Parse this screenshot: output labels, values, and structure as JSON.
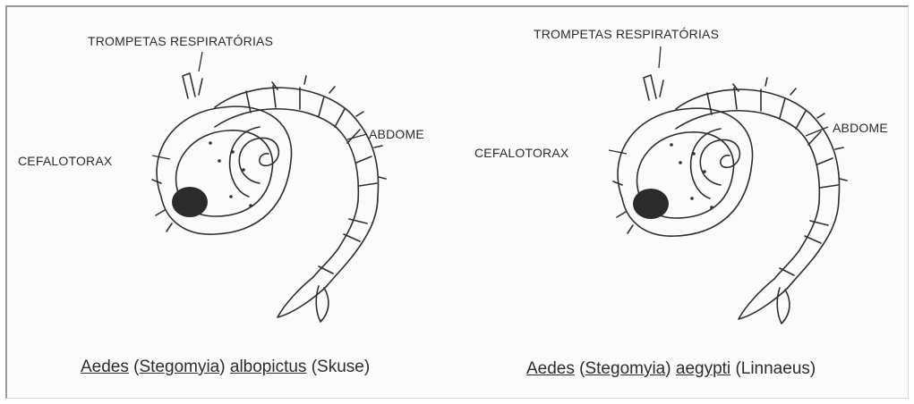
{
  "left_panel": {
    "labels": {
      "breathing_tubes": "TROMPETAS RESPIRATÓRIAS",
      "abdomen": "ABDOME",
      "cephalothorax": "CEFALOTORAX"
    },
    "caption": {
      "genus": "Aedes",
      "subgenus_open": "(",
      "subgenus": "Stegomyia",
      "subgenus_close": ")",
      "species": "albopictus",
      "author": "(Skuse)"
    }
  },
  "right_panel": {
    "labels": {
      "breathing_tubes": "TROMPETAS RESPIRATÓRIAS",
      "abdomen": "ABDOME",
      "cephalothorax": "CEFALOTORAX"
    },
    "caption": {
      "genus": "Aedes",
      "subgenus_open": "(",
      "subgenus": "Stegomyia",
      "subgenus_close": ")",
      "species": "aegypti",
      "author": "(Linnaeus)"
    }
  },
  "colors": {
    "ink": "#2a2a2a",
    "background": "#fbfbfb"
  }
}
